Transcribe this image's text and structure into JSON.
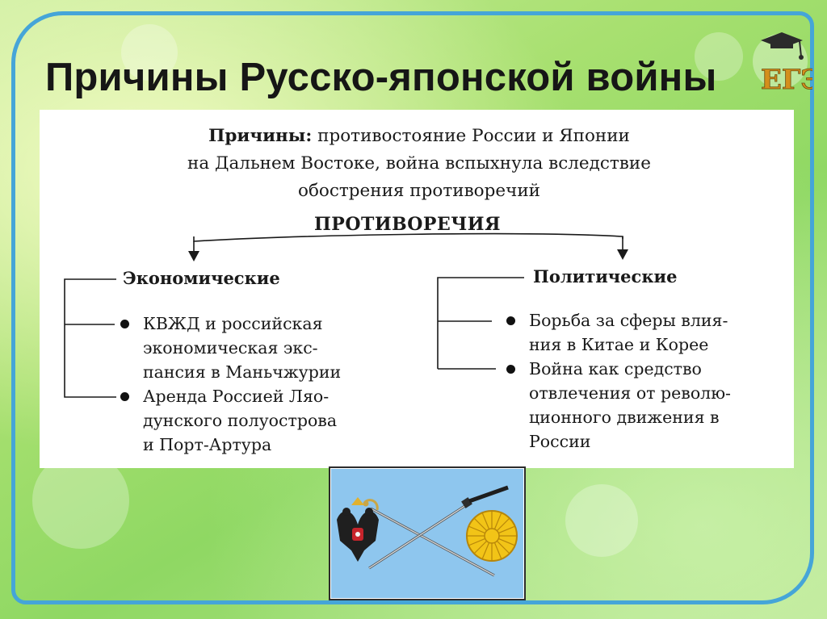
{
  "slide": {
    "title": "Причины Русско-японской войны",
    "logo_text": "ЕГЭ",
    "colors": {
      "frame": "#45a5d8",
      "background": "#a8e070",
      "flag_sky": "#8ec6ee",
      "chrysanthemum": "#f2c417"
    }
  },
  "diagram": {
    "intro_label": "Причины:",
    "intro_line1": "противостояние России и Японии",
    "intro_line2": "на Дальнем Востоке, война вспыхнула вследствие",
    "intro_line3": "обострения противоречий",
    "contradictions_heading": "ПРОТИВОРЕЧИЯ",
    "economic": {
      "heading": "Экономические",
      "items": [
        "КВЖД и российская\nэкономическая экс-\nпансия в Маньчжурии",
        "Аренда Россией Ляо-\nдунского полуострова\nи Порт-Артура"
      ]
    },
    "political": {
      "heading": "Политические",
      "items": [
        "Борьба за сферы влия-\nния в Китае и Корее",
        "Война как средство\nотвлечения от револю-\nционного движения в\nРоссии"
      ]
    }
  },
  "illustration": {
    "left_icon": "double-headed-eagle-icon",
    "right_icon": "chrysanthemum-seal-icon",
    "center_icon": "crossed-swords-icon"
  }
}
